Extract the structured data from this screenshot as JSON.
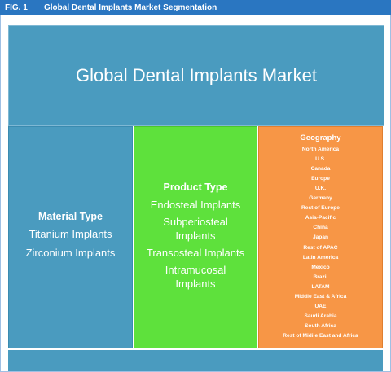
{
  "header": {
    "fig_label": "FIG. 1",
    "title": "Global Dental Implants  Market Segmentation"
  },
  "banner": {
    "title": "Global Dental Implants Market"
  },
  "material": {
    "title": "Material Type",
    "items": [
      "Titanium Implants",
      "Zirconium Implants"
    ]
  },
  "product": {
    "title": "Product Type",
    "items": [
      "Endosteal Implants",
      "Subperiosteal Implants",
      "Transosteal Implants",
      "Intramucosal Implants"
    ]
  },
  "geography": {
    "title": "Geography",
    "items": [
      "North America",
      "U.S.",
      "Canada",
      "Europe",
      "U.K.",
      "Germany",
      "Rest of Europe",
      "Asia-Pacific",
      "China",
      "Japan",
      "Rest of APAC",
      "Latin America",
      "Mexico",
      "Brazil",
      "LATAM",
      "Middle East & Africa",
      "UAE",
      "Saudi Arabia",
      "South Africa",
      "Rest of Midile East and Africa"
    ]
  },
  "colors": {
    "header_blue": "#2a76c1",
    "teal": "#4a9bbf",
    "green": "#5ee13c",
    "orange": "#f79646"
  }
}
